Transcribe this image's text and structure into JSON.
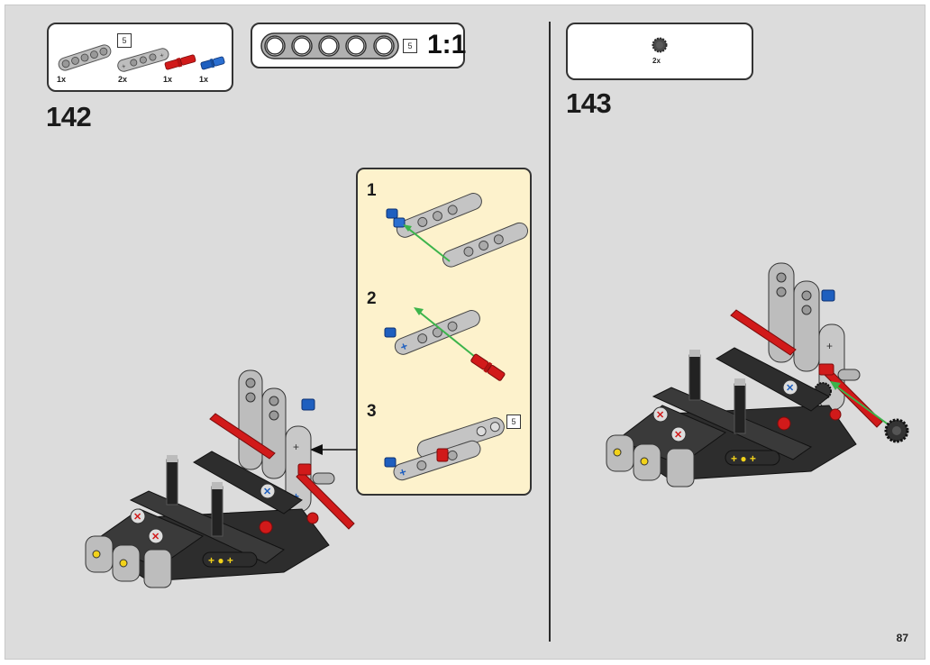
{
  "document": {
    "type": "LEGO Technic building instructions",
    "page_number": "87"
  },
  "step_142": {
    "number": "142",
    "parts_list": [
      {
        "part": "light-gray 5-hole beam",
        "quantity": "1x"
      },
      {
        "part": "light-gray 5-hole beam with axle holes",
        "quantity": "2x"
      },
      {
        "part": "red axle-pin",
        "quantity": "1x"
      },
      {
        "part": "blue pin",
        "quantity": "1x"
      }
    ],
    "parts_length_tag": "5",
    "scale_reference": {
      "part": "5-hole beam",
      "length_tag": "5",
      "scale_label": "1:1"
    },
    "substeps": [
      {
        "number": "1"
      },
      {
        "number": "2"
      },
      {
        "number": "3",
        "length_tag": "5"
      }
    ]
  },
  "step_143": {
    "number": "143",
    "parts_list": [
      {
        "part": "dark-gray gear",
        "quantity": "2x"
      }
    ]
  },
  "colors": {
    "page_bg": "#dcdcdc",
    "callout_bg": "#fdf2cc",
    "beam_gray": "#b9b9b9",
    "part_red": "#d11a1a",
    "part_blue": "#1e5fbf",
    "part_dark": "#2d2d2d",
    "arrow_green": "#3cb44b",
    "accent_yellow": "#f2d21a"
  }
}
